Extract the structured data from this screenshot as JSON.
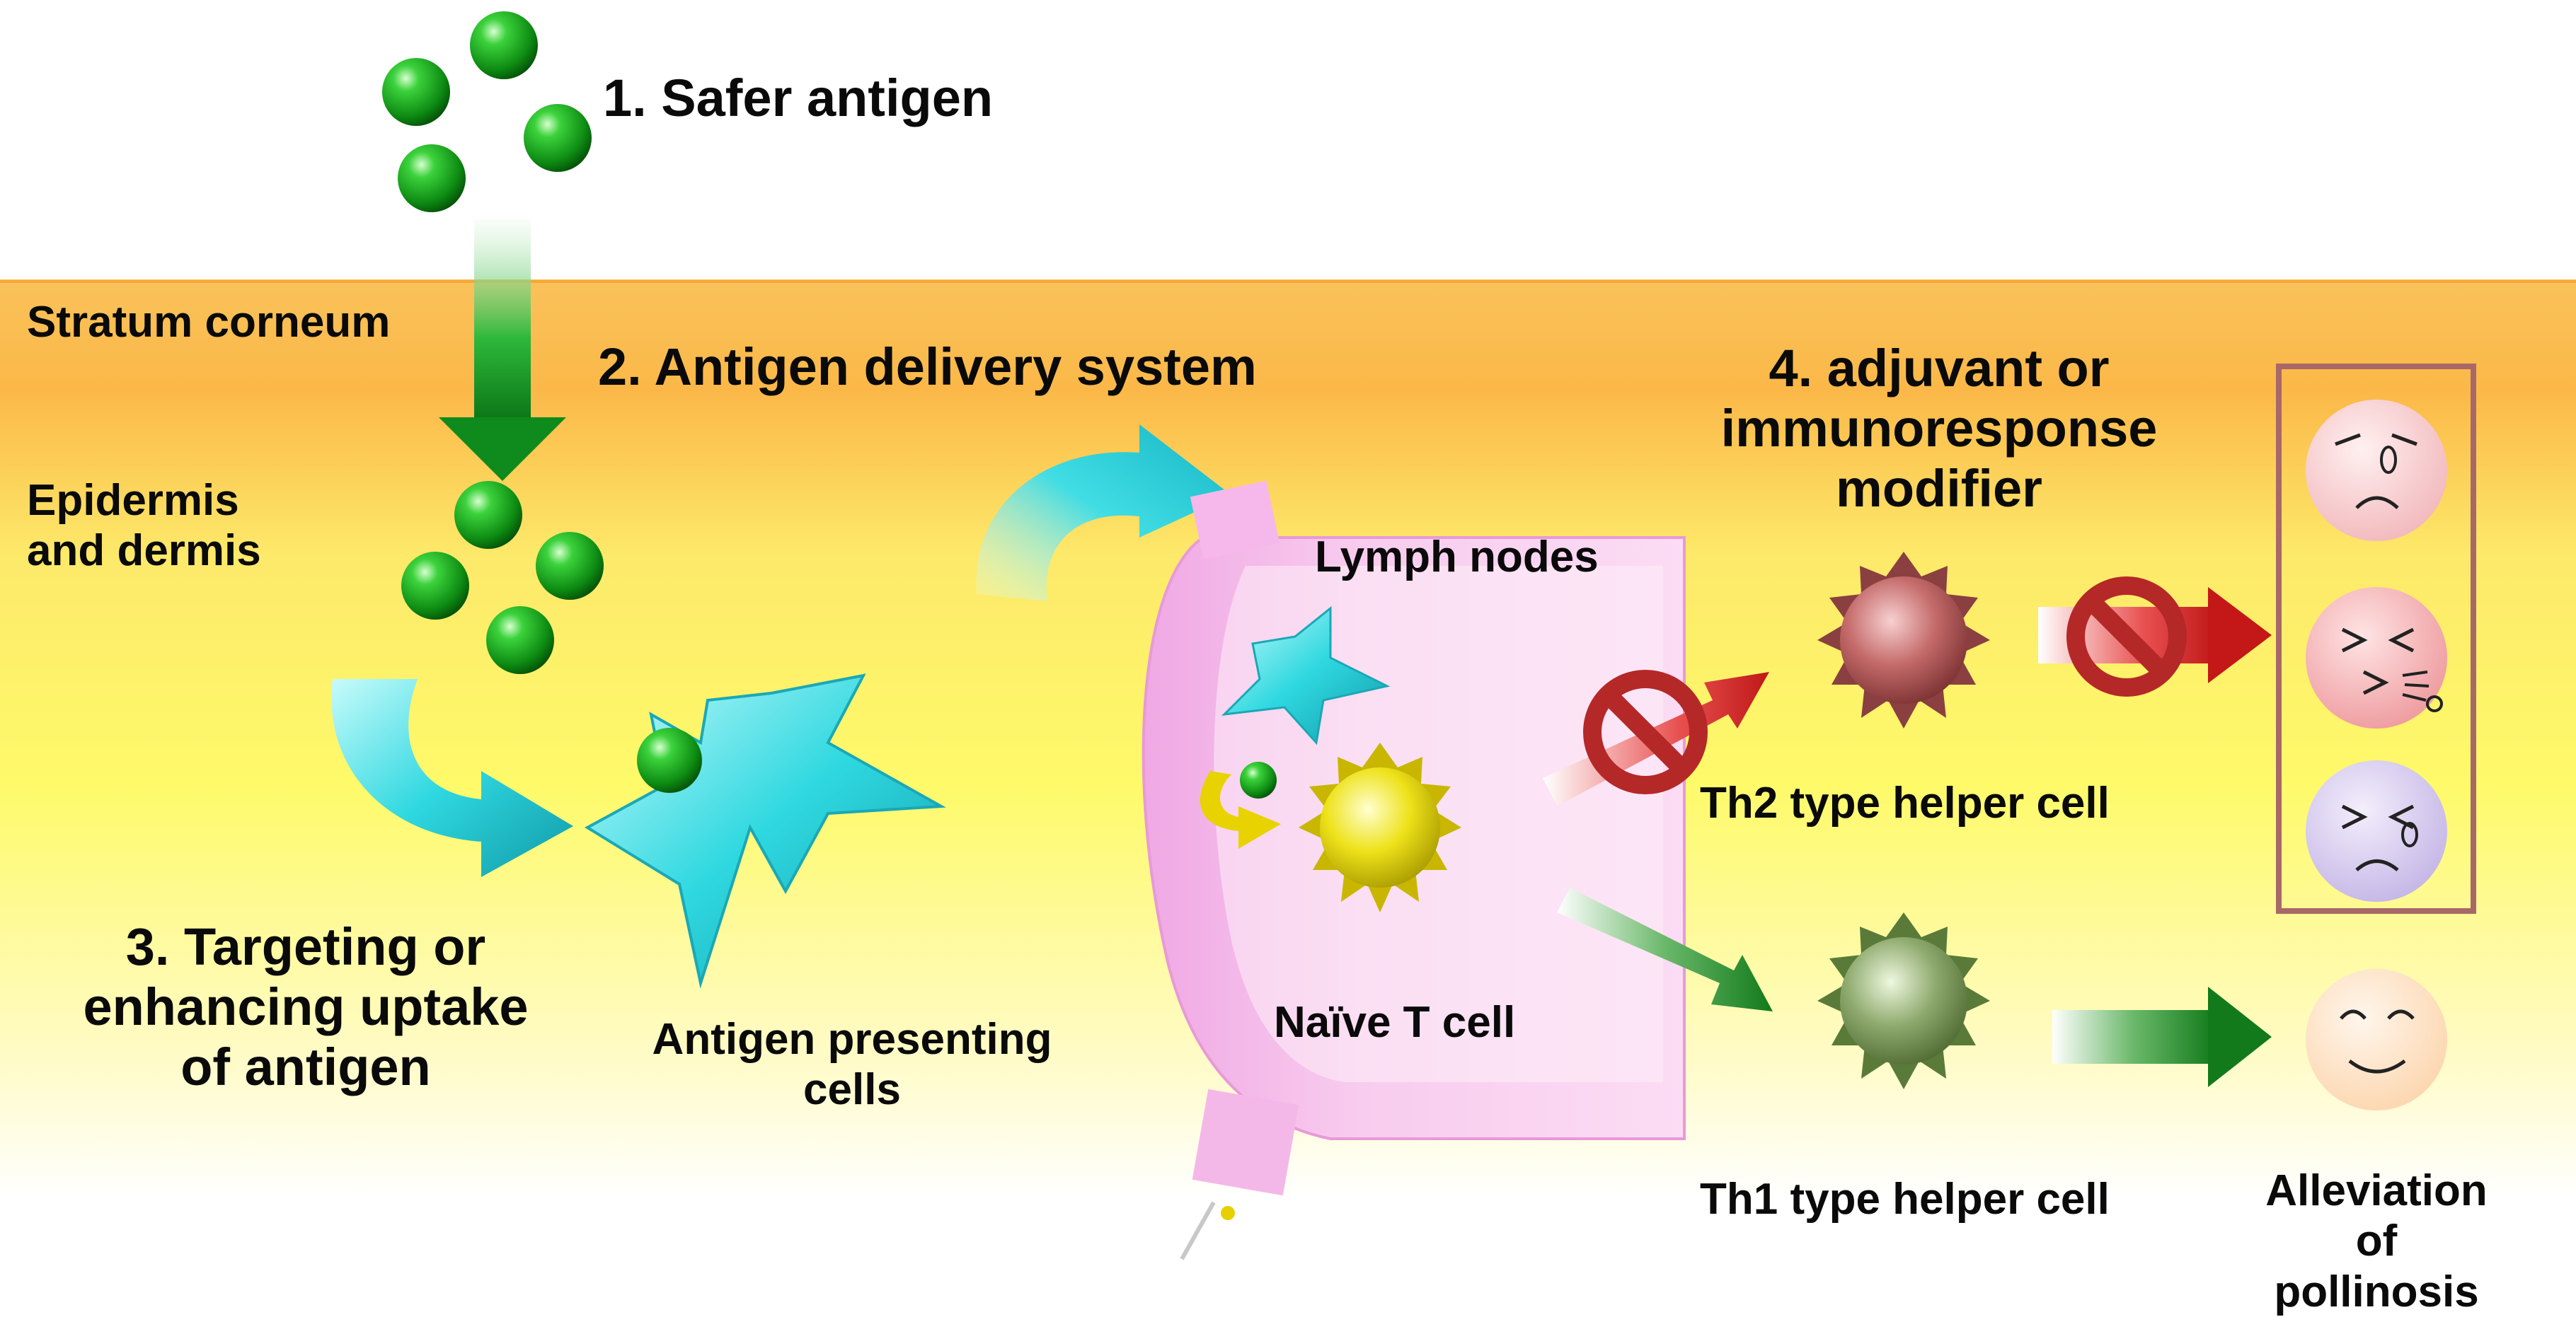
{
  "labels": {
    "step1": "1. Safer antigen",
    "step2": "2.  Antigen delivery system",
    "step3": "3. Targeting or\nenhancing uptake\nof antigen",
    "step4": "4. adjuvant or\nimmunoresponse modifier",
    "stratum_corneum": "Stratum corneum",
    "epidermis_dermis": "Epidermis\nand dermis",
    "lymph_nodes": "Lymph nodes",
    "apc": "Antigen presenting\ncells",
    "naive_t": "Naïve T cell",
    "th2": "Th2 type helper cell",
    "th1": "Th1 type helper cell",
    "alleviation": "Alleviation of\npollinosis"
  },
  "colors": {
    "antigen": "#1aa51a",
    "apc": "#2fd8e0",
    "naive_t": "#e6e000",
    "th2": "#c46a6a",
    "th1": "#8faa6e",
    "block": "#b52828",
    "lymph_node": "#f0a8e0",
    "symptom_box": "#a86868"
  }
}
